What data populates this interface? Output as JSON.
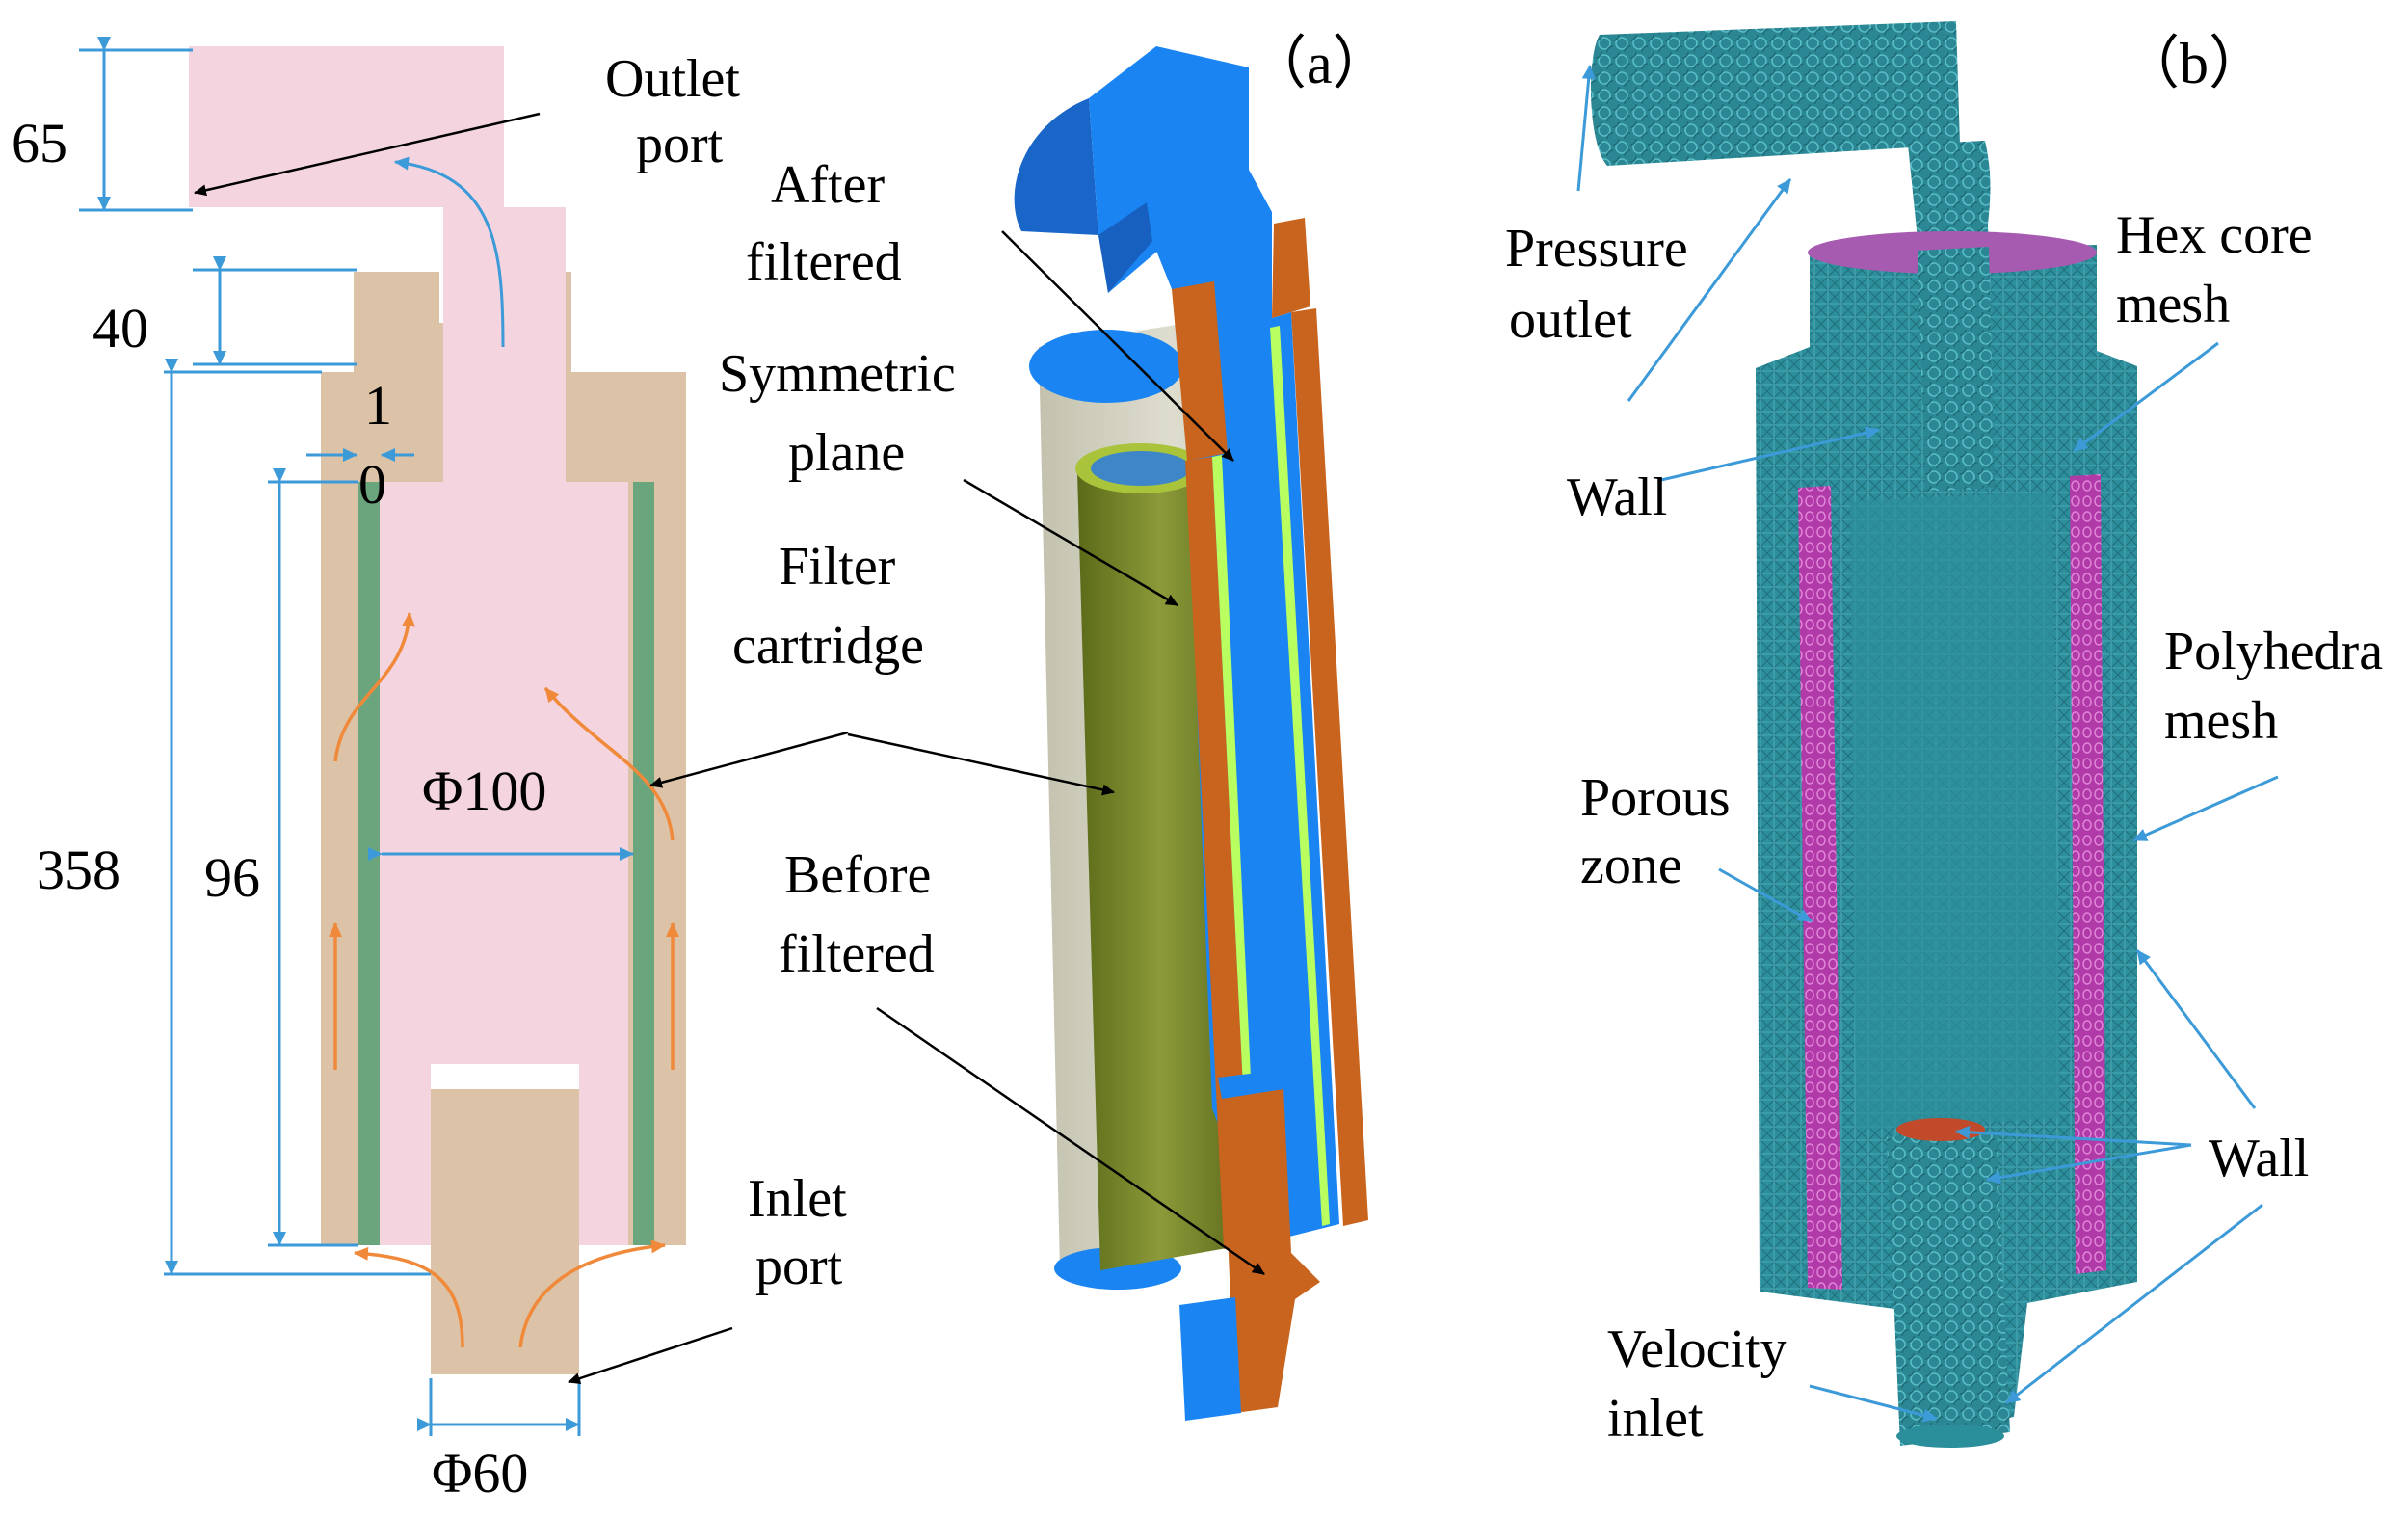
{
  "panels": {
    "a": "（a）",
    "b": "（b）"
  },
  "dimensions": {
    "d65": "65",
    "d40": "40",
    "d358": "358",
    "d96": "96",
    "d10_top": "1",
    "d10_bottom": "0",
    "phi100": "Φ100",
    "phi60": "Φ60"
  },
  "labels_a": {
    "outlet_port": [
      "Outlet",
      "port"
    ],
    "after_filtered": [
      "After",
      "filtered"
    ],
    "symmetric_plane": [
      "Symmetric",
      "plane"
    ],
    "filter_cartridge": [
      "Filter",
      "cartridge"
    ],
    "before_filtered": [
      "Before",
      "filtered"
    ],
    "inlet_port": [
      "Inlet",
      "port"
    ]
  },
  "labels_b": {
    "pressure_outlet": [
      "Pressure",
      "outlet"
    ],
    "hex_core_mesh": [
      "Hex core",
      "mesh"
    ],
    "wall_top": "Wall",
    "polyhedra_mesh": [
      "Polyhedra",
      "mesh"
    ],
    "porous_zone": [
      "Porous",
      "zone"
    ],
    "wall_bottom": "Wall",
    "velocity_inlet": [
      "Velocity",
      "inlet"
    ]
  },
  "colors": {
    "fluid_pink": "#f3d4df",
    "housing_tan": "#dcc3a8",
    "filter_green": "#6aa57d",
    "dim_blue": "#3c9ad8",
    "flow_orange": "#f08a3a",
    "cad_blue": "#1a85f2",
    "cad_orange": "#c8641e",
    "cad_olive": "#7c8a2a",
    "mesh_teal": "#2a8f9a",
    "porous_magenta": "#b03aa8"
  }
}
